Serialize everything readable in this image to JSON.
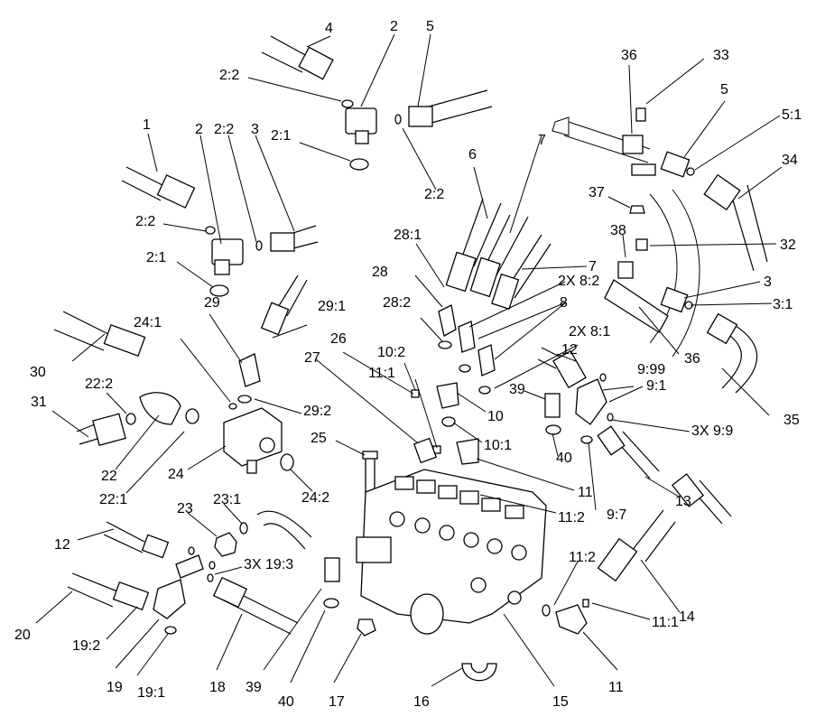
{
  "diagram": {
    "type": "exploded-parts-view",
    "callouts": [
      {
        "id": "c-4",
        "text": "4"
      },
      {
        "id": "c-2a",
        "text": "2"
      },
      {
        "id": "c-5a",
        "text": "5"
      },
      {
        "id": "c-22a",
        "text": "2:2"
      },
      {
        "id": "c-21a",
        "text": "2:1"
      },
      {
        "id": "c-22b",
        "text": "2:2"
      },
      {
        "id": "c-1",
        "text": "1"
      },
      {
        "id": "c-2b",
        "text": "2"
      },
      {
        "id": "c-22c",
        "text": "2:2"
      },
      {
        "id": "c-3a",
        "text": "3"
      },
      {
        "id": "c-22d",
        "text": "2:2"
      },
      {
        "id": "c-21b",
        "text": "2:1"
      },
      {
        "id": "c-36a",
        "text": "36"
      },
      {
        "id": "c-33",
        "text": "33"
      },
      {
        "id": "c-5b",
        "text": "5"
      },
      {
        "id": "c-51",
        "text": "5:1"
      },
      {
        "id": "c-34",
        "text": "34"
      },
      {
        "id": "c-37",
        "text": "37"
      },
      {
        "id": "c-6",
        "text": "6"
      },
      {
        "id": "c-7a",
        "text": "7"
      },
      {
        "id": "c-281",
        "text": "28:1"
      },
      {
        "id": "c-38",
        "text": "38"
      },
      {
        "id": "c-32",
        "text": "32"
      },
      {
        "id": "c-7b",
        "text": "7"
      },
      {
        "id": "c-28",
        "text": "28"
      },
      {
        "id": "c-2x82",
        "text": "2X 8:2"
      },
      {
        "id": "c-3b",
        "text": "3"
      },
      {
        "id": "c-31b",
        "text": "3:1"
      },
      {
        "id": "c-8",
        "text": "8"
      },
      {
        "id": "c-282",
        "text": "28:2"
      },
      {
        "id": "c-29",
        "text": "29"
      },
      {
        "id": "c-291",
        "text": "29:1"
      },
      {
        "id": "c-241",
        "text": "24:1"
      },
      {
        "id": "c-2x81",
        "text": "2X 8:1"
      },
      {
        "id": "c-26",
        "text": "26"
      },
      {
        "id": "c-102",
        "text": "10:2"
      },
      {
        "id": "c-27",
        "text": "27"
      },
      {
        "id": "c-12a",
        "text": "12"
      },
      {
        "id": "c-36b",
        "text": "36"
      },
      {
        "id": "c-30",
        "text": "30"
      },
      {
        "id": "c-111a",
        "text": "11:1"
      },
      {
        "id": "c-999",
        "text": "9:99"
      },
      {
        "id": "c-91",
        "text": "9:1"
      },
      {
        "id": "c-222",
        "text": "22:2"
      },
      {
        "id": "c-39a",
        "text": "39"
      },
      {
        "id": "c-292",
        "text": "29:2"
      },
      {
        "id": "c-10",
        "text": "10"
      },
      {
        "id": "c-35",
        "text": "35"
      },
      {
        "id": "c-31",
        "text": "31"
      },
      {
        "id": "c-101",
        "text": "10:1"
      },
      {
        "id": "c-3x99",
        "text": "3X 9:9"
      },
      {
        "id": "c-25",
        "text": "25"
      },
      {
        "id": "c-40a",
        "text": "40"
      },
      {
        "id": "c-22",
        "text": "22"
      },
      {
        "id": "c-24",
        "text": "24"
      },
      {
        "id": "c-11a",
        "text": "11"
      },
      {
        "id": "c-13",
        "text": "13"
      },
      {
        "id": "c-221",
        "text": "22:1"
      },
      {
        "id": "c-242",
        "text": "24:2"
      },
      {
        "id": "c-112a",
        "text": "11:2"
      },
      {
        "id": "c-97",
        "text": "9:7"
      },
      {
        "id": "c-23",
        "text": "23"
      },
      {
        "id": "c-231",
        "text": "23:1"
      },
      {
        "id": "c-12b",
        "text": "12"
      },
      {
        "id": "c-112b",
        "text": "11:2"
      },
      {
        "id": "c-3x193",
        "text": "3X 19:3"
      },
      {
        "id": "c-14",
        "text": "14"
      },
      {
        "id": "c-20",
        "text": "20"
      },
      {
        "id": "c-111b",
        "text": "11:1"
      },
      {
        "id": "c-192",
        "text": "19:2"
      },
      {
        "id": "c-19",
        "text": "19"
      },
      {
        "id": "c-18",
        "text": "18"
      },
      {
        "id": "c-39b",
        "text": "39"
      },
      {
        "id": "c-191",
        "text": "19:1"
      },
      {
        "id": "c-11b",
        "text": "11"
      },
      {
        "id": "c-40b",
        "text": "40"
      },
      {
        "id": "c-17",
        "text": "17"
      },
      {
        "id": "c-16",
        "text": "16"
      },
      {
        "id": "c-15",
        "text": "15"
      }
    ]
  }
}
